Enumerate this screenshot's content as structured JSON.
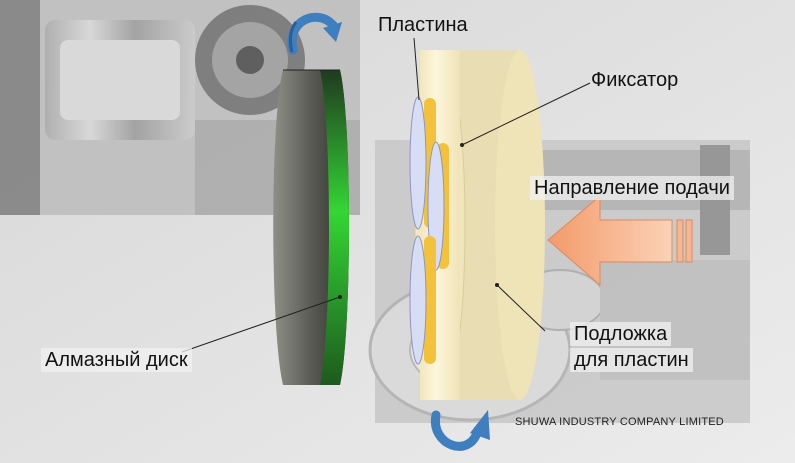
{
  "labels": {
    "plate": "Пластина",
    "fixator": "Фиксатор",
    "feed_direction": "Направление подачи",
    "diamond_disk": "Алмазный диск",
    "substrate_line1": "Подложка",
    "substrate_line2": "для пластин"
  },
  "company": "SHUWA INDUSTRY COMPANY LIMITED",
  "colors": {
    "disk_green": "#2bd22b",
    "disk_dark": "#3a3a36",
    "fixator_body": "#fbf2d2",
    "plate_blue": "#d6ddf5",
    "plate_gold": "#f3c23a",
    "arrow_orange": "#f7b690",
    "rotation_arrow_blue": "#3f7fc0"
  },
  "icons": [
    "rotation-arrow-icon",
    "feed-arrow-icon"
  ]
}
